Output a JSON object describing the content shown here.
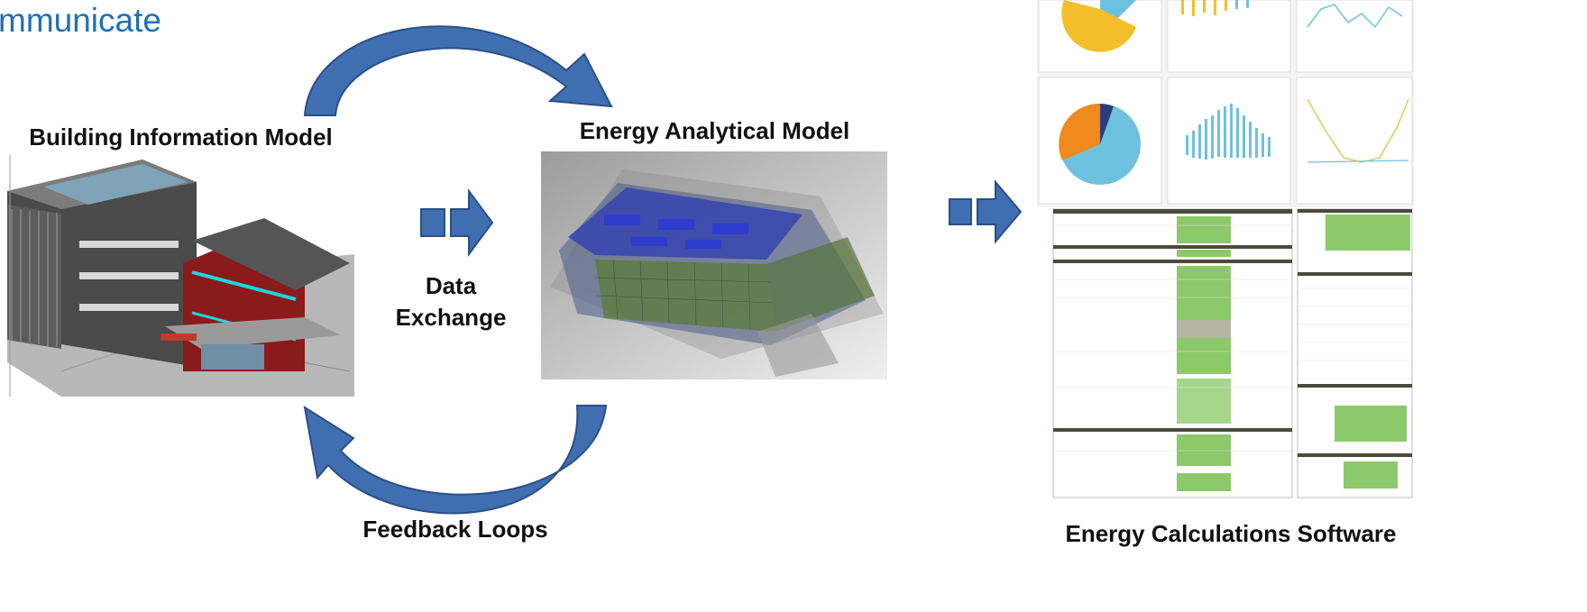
{
  "slide": {
    "title": "mmunicate",
    "labels": {
      "bim": "Building Information Model",
      "eam": "Energy Analytical Model",
      "exchange_line1": "Data",
      "exchange_line2": "Exchange",
      "feedback": "Feedback Loops",
      "software": "Energy Calculations Software"
    },
    "images": {
      "bim": "building-rendering",
      "eam": "energy-model-rendering",
      "software": "software-dashboard-screenshot"
    },
    "colors": {
      "title": "#1f6fb8",
      "arrow_fill": "#3f6fb0",
      "arrow_stroke": "#2b4f86"
    }
  }
}
